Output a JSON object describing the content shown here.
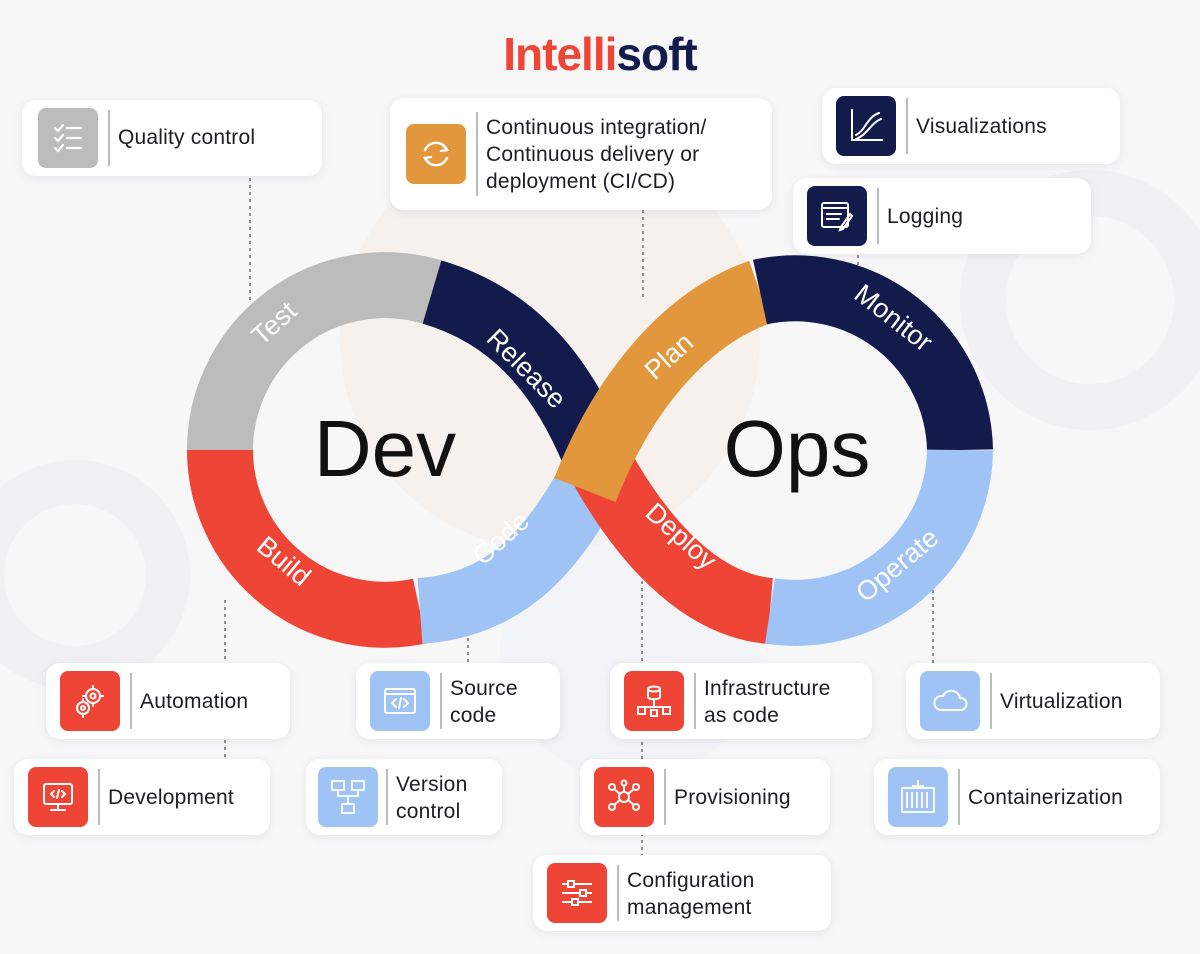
{
  "logo": {
    "part1": "Intelli",
    "part2": "soft"
  },
  "center": {
    "left": "Dev",
    "right": "Ops"
  },
  "segments": {
    "test": "Test",
    "release": "Release",
    "plan": "Plan",
    "monitor": "Monitor",
    "build": "Build",
    "code": "Code",
    "deploy": "Deploy",
    "operate": "Operate"
  },
  "cards": {
    "quality_control": "Quality control",
    "cicd": "Continuous integration/\nContinuous delivery or\ndeployment (CI/CD)",
    "visualizations": "Visualizations",
    "logging": "Logging",
    "automation": "Automation",
    "development": "Development",
    "source_code": "Source\ncode",
    "version_control": "Version\ncontrol",
    "infrastructure_as_code": "Infrastructure\nas code",
    "provisioning": "Provisioning",
    "configuration_management": "Configuration\nmanagement",
    "virtualization": "Virtualization",
    "containerization": "Containerization"
  },
  "icons": {
    "quality_control": "checklist-icon",
    "cicd": "refresh-cycle-icon",
    "visualizations": "line-graph-icon",
    "logging": "log-document-icon",
    "automation": "gears-icon",
    "development": "code-monitor-icon",
    "source_code": "code-window-icon",
    "version_control": "version-tree-icon",
    "infrastructure_as_code": "database-network-icon",
    "provisioning": "network-hub-icon",
    "configuration_management": "sliders-icon",
    "virtualization": "cloud-icon",
    "containerization": "container-icon"
  },
  "colors": {
    "red": "#ef4537",
    "navy": "#131b4d",
    "gray": "#bcbcbc",
    "orange": "#e2973d",
    "blue": "#9fc3f5"
  }
}
